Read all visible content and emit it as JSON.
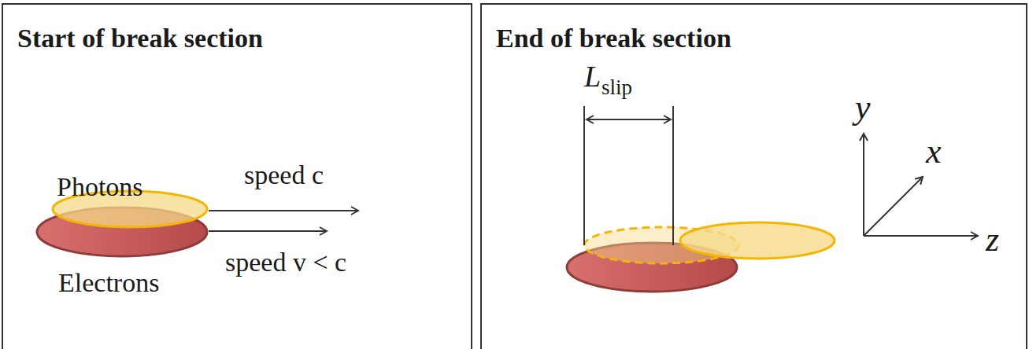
{
  "diagram": {
    "nodes": [
      {
        "text": [
          "Start of break section"
        ]
      },
      {
        "text": [
          "End of break section"
        ]
      }
    ],
    "labels": [
      "Photons",
      "speed c",
      "speed v < c",
      "Electrons",
      "L",
      "slip",
      "y",
      "x",
      "z"
    ]
  }
}
